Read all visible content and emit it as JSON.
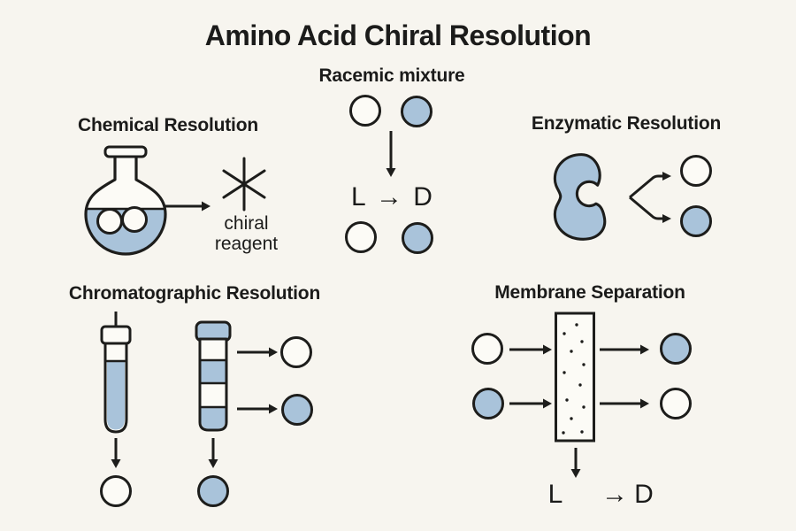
{
  "diagram": {
    "title": "Amino Acid Chiral Resolution",
    "colors": {
      "background": "#f7f5ef",
      "stroke": "#1d1d1b",
      "blue_fill": "#a9c3da",
      "white_fill": "#fcfbf6",
      "text": "#1b1b1a"
    },
    "racemic": {
      "label": "Racemic mixture",
      "conversion": "L → D"
    },
    "chemical": {
      "label": "Chemical Resolution",
      "reagent_line1": "chiral",
      "reagent_line2": "reagent"
    },
    "enzymatic": {
      "label": "Enzymatic Resolution"
    },
    "chromatographic": {
      "label": "Chromatographic Resolution"
    },
    "membrane": {
      "label": "Membrane Separation",
      "l_label": "L",
      "arrow_glyph": "→",
      "d_label": "D"
    }
  }
}
